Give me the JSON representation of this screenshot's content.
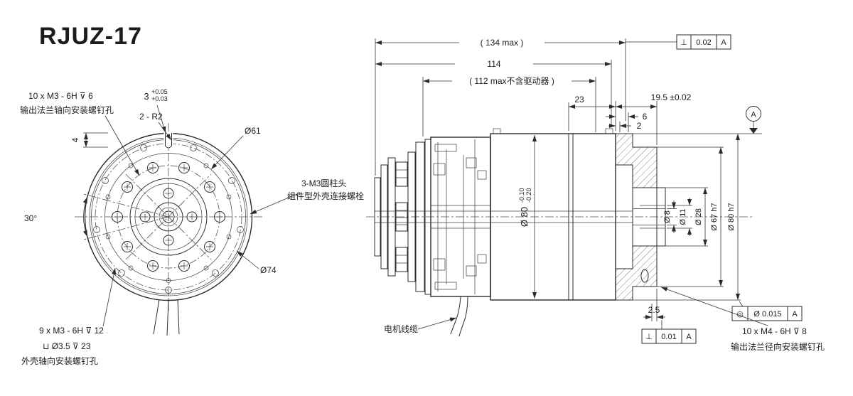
{
  "title": "RJUZ-17",
  "front": {
    "note10_1": "10 x  M3 - 6H ⊽ 6",
    "note10_2": "输出法兰轴向安装螺钉孔",
    "slot": "3",
    "slot_tu": "+0.05",
    "slot_tl": "+0.03",
    "r2": "2 - R2",
    "d61": "Ø61",
    "dim4": "4",
    "angle": "30°",
    "bolt1": "3-M3圆柱头",
    "bolt2": "组件型外壳连接螺栓",
    "d74": "Ø74",
    "note9_1": "9 x M3 - 6H ⊽ 12",
    "note9_2": "⊔ Ø3.5 ⊽ 23",
    "note9_3": "外壳轴向安装螺钉孔"
  },
  "side": {
    "d134": "( 134 max )",
    "d114": "114",
    "d112": "( 112  max不含驱动器 )",
    "d23": "23",
    "d195": "19.5 ±0.02",
    "d6": "6",
    "d2": "2",
    "d25": "2.5",
    "d80body": "Ø 80",
    "d80tu": "-0.10",
    "d80tl": "-0.20",
    "d8": "Ø 8",
    "d11": "Ø 11",
    "d28": "Ø 28",
    "d67": "Ø 67 h7",
    "d80h7": "Ø 80 h7",
    "fcf_top": {
      "sym": "⊥",
      "val": "0.02",
      "datum": "A"
    },
    "fcf_bot": {
      "sym": "⊥",
      "val": "0.01",
      "datum": "A"
    },
    "fcf_run": {
      "sym": "◎",
      "val": "Ø 0.015",
      "datum": "A"
    },
    "datum": "A",
    "cable": "电机线缆",
    "note10r_1": "10 x  M4 - 6H ⊽ 8",
    "note10r_2": "输出法兰径向安装螺钉孔"
  }
}
